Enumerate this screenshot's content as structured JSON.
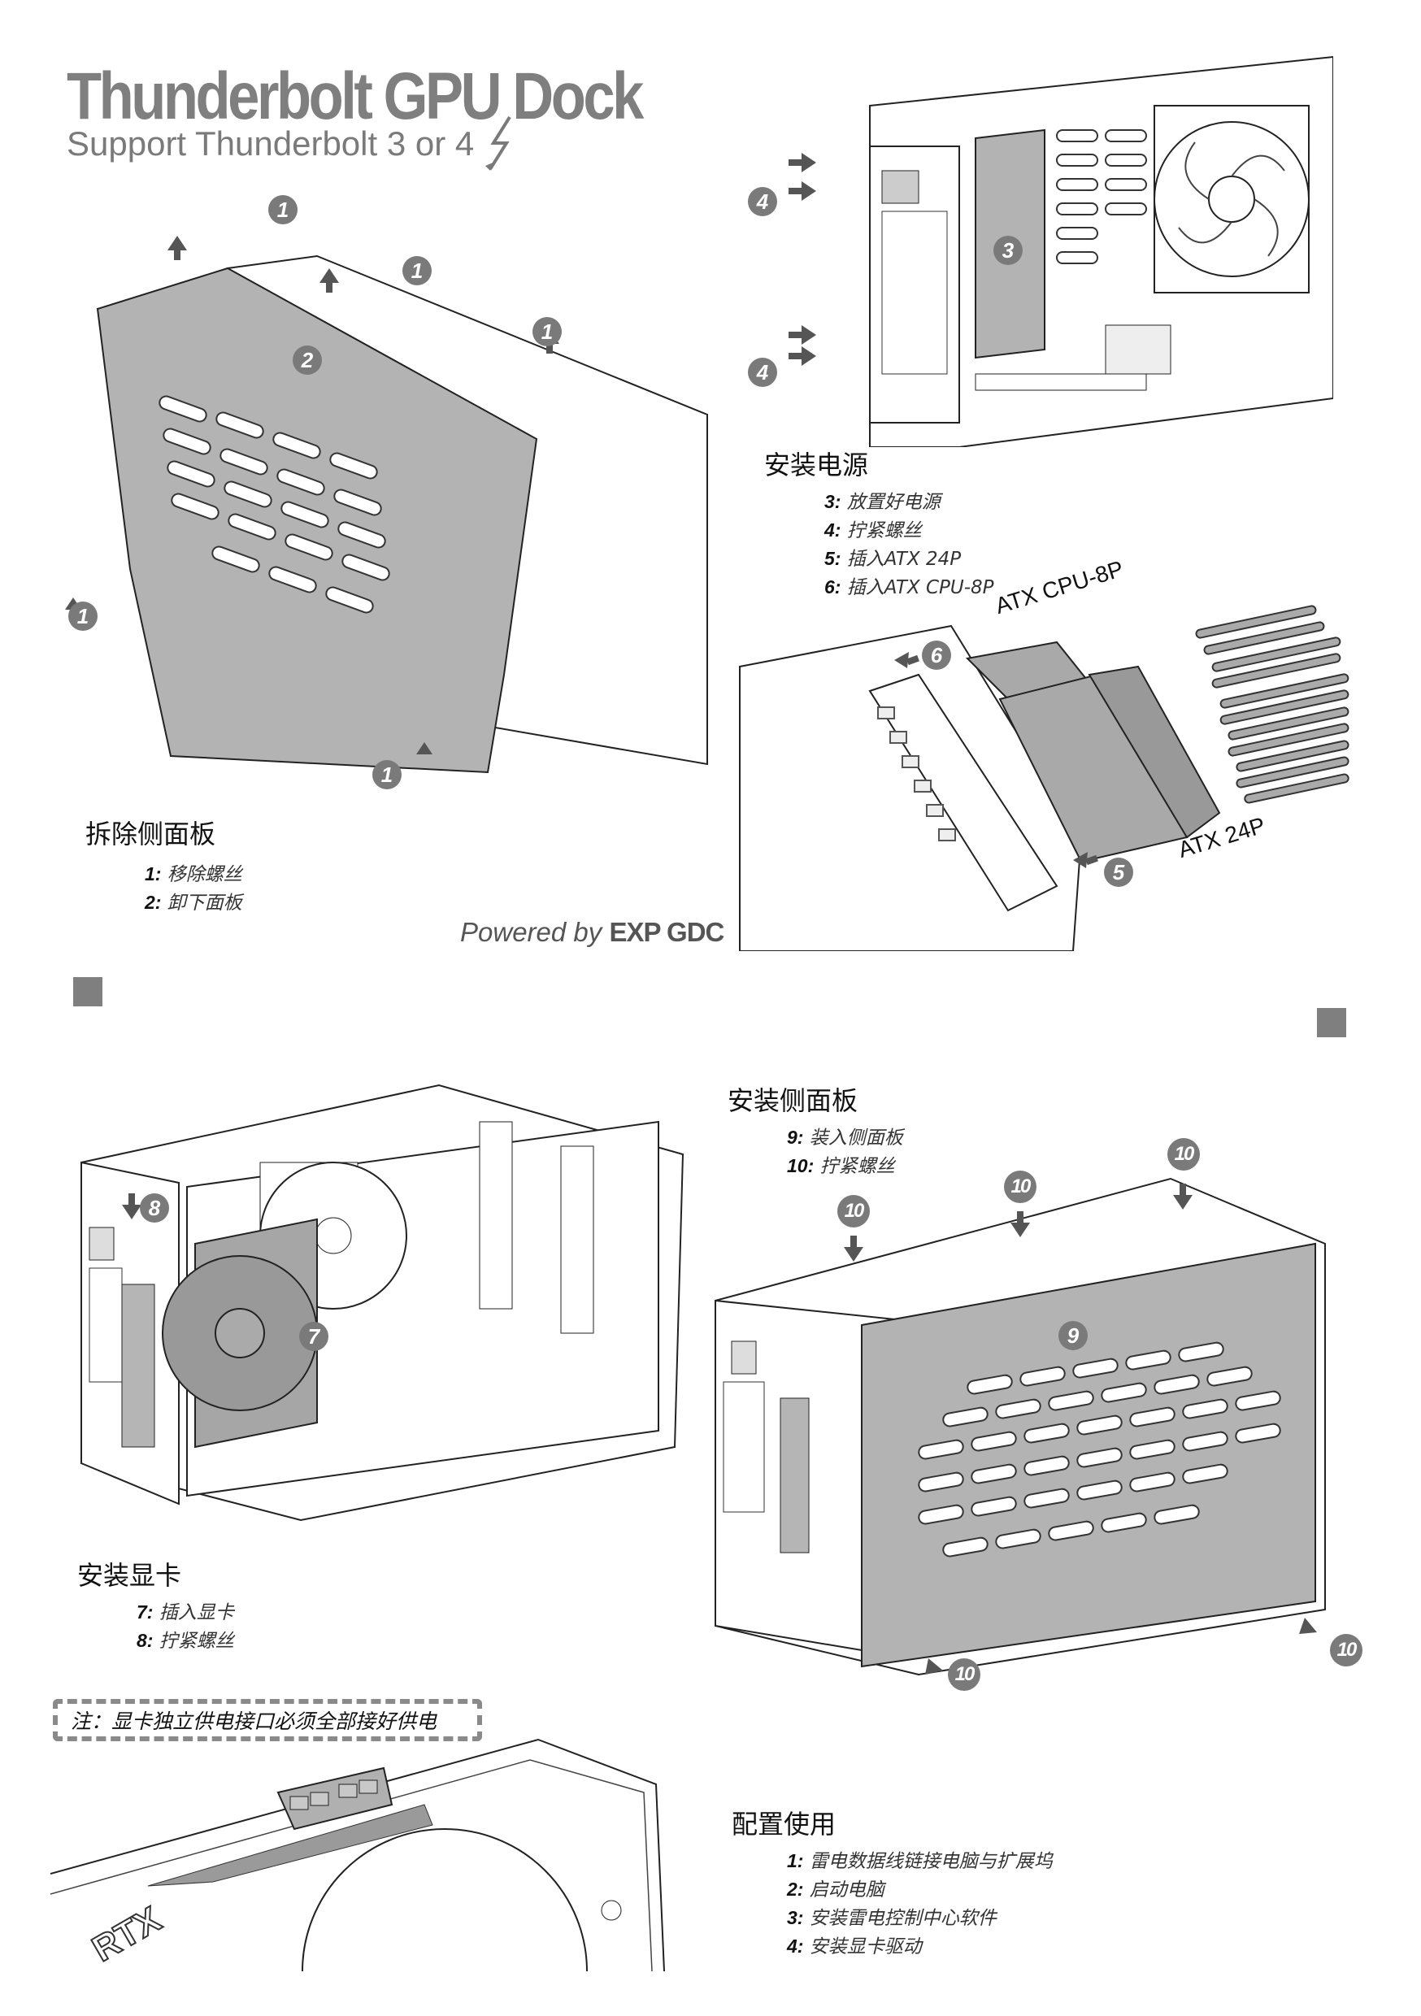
{
  "header": {
    "title": "Thunderbolt GPU Dock",
    "subtitle": "Support Thunderbolt 3 or 4"
  },
  "sections": {
    "remove_panel": {
      "title": "拆除侧面板",
      "steps": [
        {
          "num": "1:",
          "text": "移除螺丝"
        },
        {
          "num": "2:",
          "text": "卸下面板"
        }
      ]
    },
    "install_psu": {
      "title": "安装电源",
      "steps": [
        {
          "num": "3:",
          "text": "放置好电源"
        },
        {
          "num": "4:",
          "text": "拧紧螺丝"
        },
        {
          "num": "5:",
          "text": "插入ATX 24P"
        },
        {
          "num": "6:",
          "text": "插入ATX CPU-8P"
        }
      ]
    },
    "install_gpu": {
      "title": "安装显卡",
      "steps": [
        {
          "num": "7:",
          "text": "插入显卡"
        },
        {
          "num": "8:",
          "text": "拧紧螺丝"
        }
      ]
    },
    "install_side_panel": {
      "title": "安装侧面板",
      "steps": [
        {
          "num": "9:",
          "text": "装入侧面板"
        },
        {
          "num": "10:",
          "text": "拧紧螺丝"
        }
      ]
    },
    "configure": {
      "title": "配置使用",
      "steps": [
        {
          "num": "1:",
          "text": "雷电数据线链接电脑与扩展坞"
        },
        {
          "num": "2:",
          "text": "启动电脑"
        },
        {
          "num": "3:",
          "text": "安装雷电控制中心软件"
        },
        {
          "num": "4:",
          "text": "安装显卡驱动"
        }
      ]
    }
  },
  "footer": {
    "powered_prefix": "Powered by",
    "powered_brand": "EXP GDC"
  },
  "note": "注：显卡独立供电接口必须全部接好供电",
  "callouts": {
    "cpu8p": "ATX CPU-8P",
    "atx24p": "ATX 24P",
    "rtx": "RTX"
  },
  "badges": {
    "b1": "1",
    "b2": "2",
    "b3": "3",
    "b4": "4",
    "b5": "5",
    "b6": "6",
    "b7": "7",
    "b8": "8",
    "b9": "9",
    "b10": "10"
  },
  "colors": {
    "accent_gray": "#7f7f7f",
    "panel_gray": "#b3b3b3"
  }
}
